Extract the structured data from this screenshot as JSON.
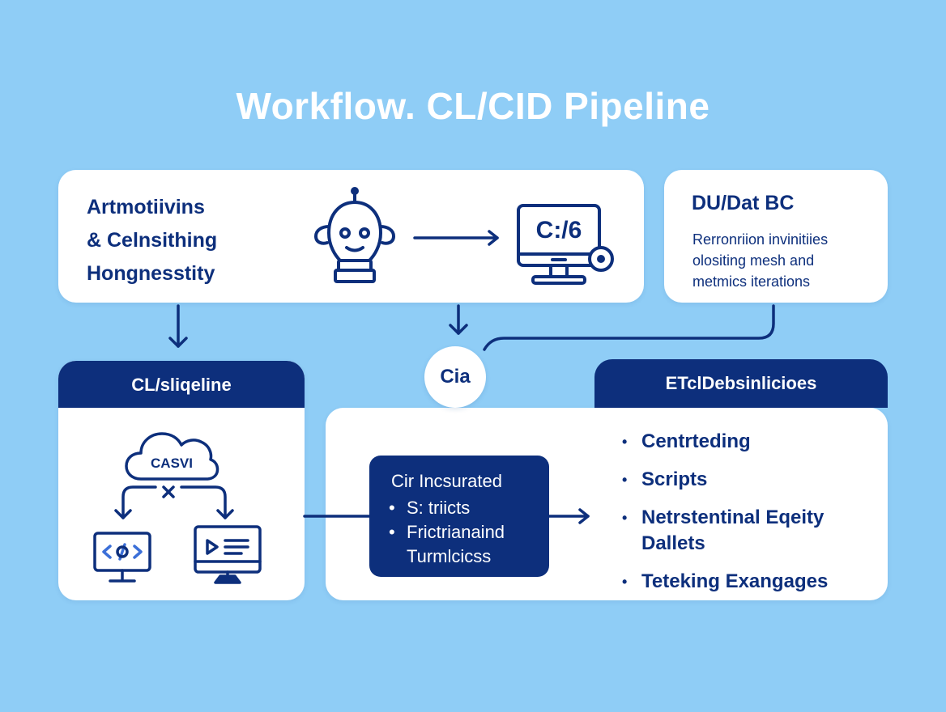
{
  "title": "Workflow. CL/CID Pipeline",
  "top_left_card": {
    "lines": [
      "Artmotiivins",
      "& Celnsithing",
      "Hongnesstity"
    ],
    "robot_icon": "robot-icon",
    "monitor_label": "C:/6",
    "monitor_icon": "desktop-monitor-icon"
  },
  "top_right_card": {
    "title": "DU/Dat BC",
    "lines": [
      "Rerronriion invinitiies",
      "olositing mesh and",
      "metmics iterations"
    ]
  },
  "center_node": {
    "label": "Cia"
  },
  "left_panel": {
    "header": "CL/sliqeline",
    "cloud_label": "CASVI",
    "cloud_icon": "cloud-icon",
    "code_monitor_icon": "code-monitor-icon",
    "terminal_monitor_icon": "terminal-monitor-icon"
  },
  "right_panel": {
    "header": "ETclDebsinlicioes",
    "inner_box": {
      "title": "Cir Incsurated",
      "items": [
        "S: triicts",
        "Frictrianaind",
        "Turmlcicss"
      ]
    },
    "items": [
      "Centrteding",
      "Scripts",
      "Netrstentinal Eqeity",
      "Dallets",
      "Teteking Exangages"
    ]
  },
  "colors": {
    "background": "#8fcdf6",
    "navy": "#0d2f7c",
    "card": "#ffffff",
    "accent": "#3b6fd8"
  }
}
